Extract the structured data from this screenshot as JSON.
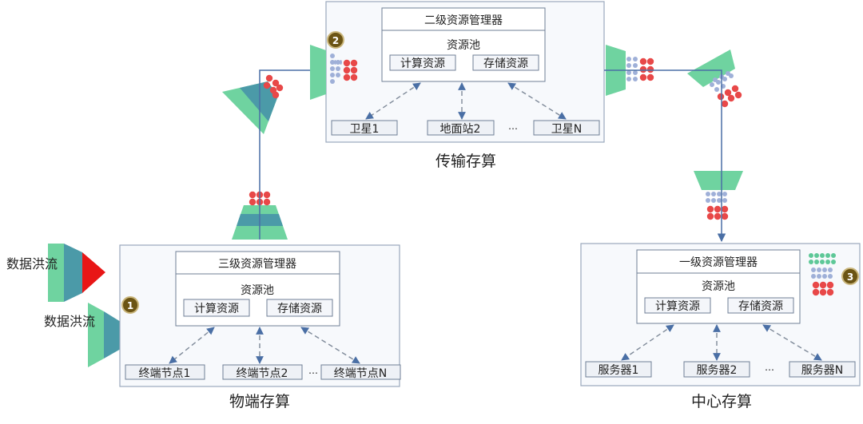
{
  "input_labels": [
    "数据洪流",
    "数据洪流"
  ],
  "tiers": {
    "edge": {
      "badge": "1",
      "manager": "三级资源管理器",
      "pool": "资源池",
      "compute": "计算资源",
      "storage": "存储资源",
      "nodes": [
        "终端节点1",
        "终端节点2",
        "终端节点N"
      ],
      "ellipsis": "…",
      "title": "物端存算"
    },
    "transport": {
      "badge": "2",
      "manager": "二级资源管理器",
      "pool": "资源池",
      "compute": "计算资源",
      "storage": "存储资源",
      "nodes": [
        "卫星1",
        "地面站2",
        "卫星N"
      ],
      "ellipsis": "…",
      "title": "传输存算"
    },
    "center": {
      "badge": "3",
      "manager": "一级资源管理器",
      "pool": "资源池",
      "compute": "计算资源",
      "storage": "存储资源",
      "nodes": [
        "服务器1",
        "服务器2",
        "服务器N"
      ],
      "ellipsis": "…",
      "title": "中心存算"
    }
  },
  "colors": {
    "green": "#6fd3a0",
    "teal": "#4b9aa8",
    "red": "#e83a3a",
    "blue_dot": "#9fb0d8",
    "badge": "#6b5414",
    "line": "#4a6fa5"
  }
}
